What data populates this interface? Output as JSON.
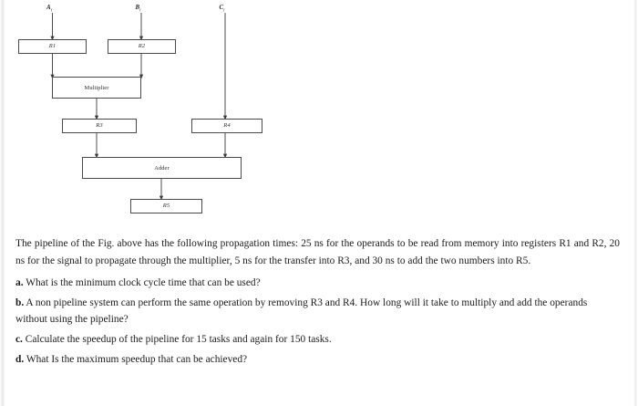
{
  "figure": {
    "caption_refs": [
      "A",
      "B",
      "C"
    ],
    "inputs": [
      {
        "name": "input-a",
        "base": "A",
        "sub": "i"
      },
      {
        "name": "input-b",
        "base": "B",
        "sub": "i"
      },
      {
        "name": "input-c",
        "base": "C",
        "sub": "i"
      }
    ],
    "boxes": [
      {
        "id": "r1",
        "label": "R1",
        "kind": "register"
      },
      {
        "id": "r2",
        "label": "R2",
        "kind": "register"
      },
      {
        "id": "multiplier",
        "label": "Multiplier",
        "kind": "unit"
      },
      {
        "id": "r3",
        "label": "R3",
        "kind": "register"
      },
      {
        "id": "r4",
        "label": "R4",
        "kind": "register"
      },
      {
        "id": "adder",
        "label": "Adder",
        "kind": "unit"
      },
      {
        "id": "r5",
        "label": "R5",
        "kind": "register"
      }
    ]
  },
  "prose": {
    "paragraph": "The pipeline of the Fig. above has the following propagation times: 25 ns for the operands to be read from memory into registers R1 and R2, 20 ns for the signal to propagate through the multiplier, 5 ns for the transfer into R3, and 30 ns to add the two numbers into R5.",
    "questions": [
      {
        "mark": "a.",
        "text": "What is the minimum clock cycle time that can be used?"
      },
      {
        "mark": "b.",
        "text": "A non pipeline system can perform the same operation by removing R3 and R4. How long will it take to multiply and add the operands without using the pipeline?"
      },
      {
        "mark": "c.",
        "text": "Calculate the speedup of the pipeline for 15 tasks and again for 150 tasks."
      },
      {
        "mark": "d.",
        "text": "What Is the maximum speedup that can be achieved?"
      }
    ]
  },
  "colors": {
    "box_border": "#4a4a4a",
    "line": "#3b3b3b",
    "text": "#1b1b1b",
    "page_background": "#ffffff"
  }
}
